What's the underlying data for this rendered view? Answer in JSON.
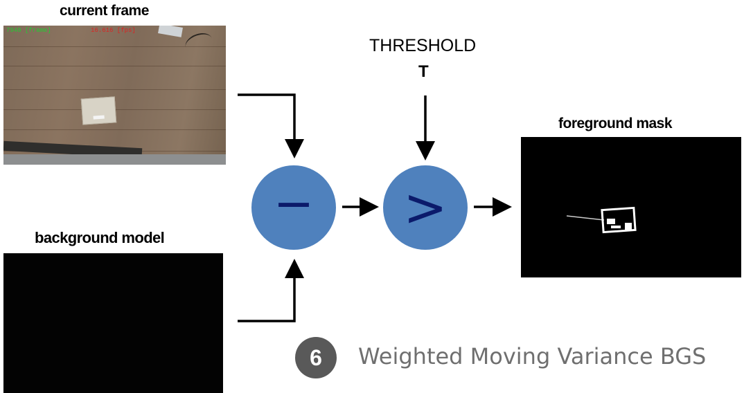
{
  "labels": {
    "current_frame": "current frame",
    "background_model": "background model",
    "foreground_mask": "foreground mask",
    "threshold": "THRESHOLD",
    "threshold_symbol": "T"
  },
  "frame_overlay": {
    "frame_counter": "7948 [frame]",
    "fps": "16.616 [fps]",
    "counter_color": "#22cc33",
    "fps_color": "#dd2222"
  },
  "operators": {
    "subtract_symbol": "−",
    "compare_symbol": ">",
    "fill_color": "#4f81bd",
    "symbol_color": "#0b1a6b"
  },
  "footer": {
    "step_number": "6",
    "method_name": "Weighted Moving Variance BGS"
  }
}
